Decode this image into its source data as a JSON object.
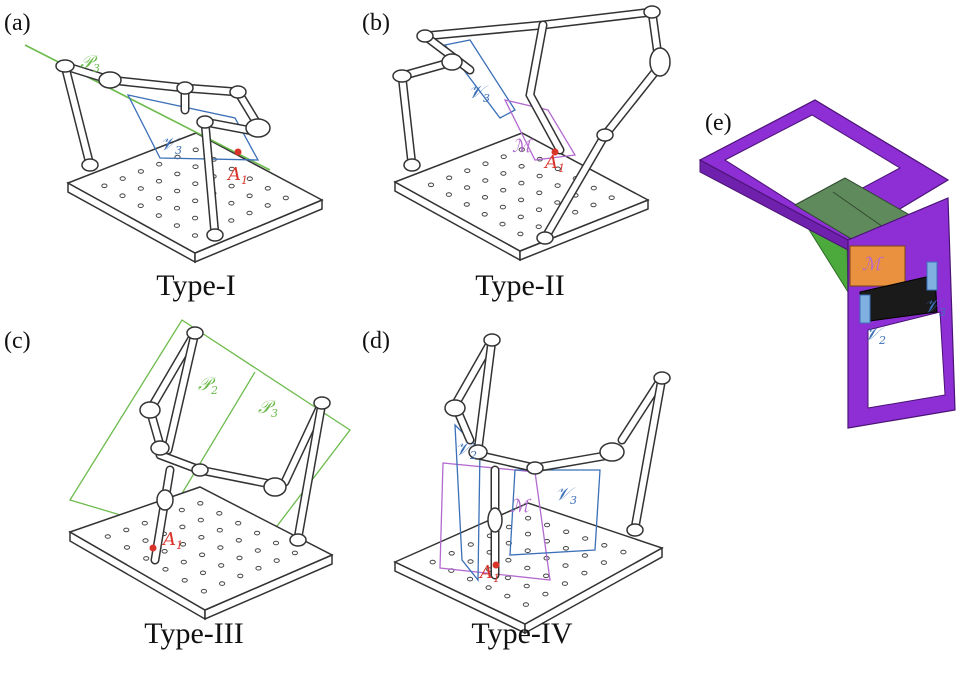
{
  "panels": [
    {
      "letter": "(a)",
      "type_label": "Type-I",
      "symbols": [
        {
          "text": "𝒫",
          "sub": "3",
          "color": "#6dbb4c"
        },
        {
          "text": "𝒱",
          "sub": "3",
          "color": "#3b6fb8"
        },
        {
          "text": "A",
          "sub": "1",
          "color": "#d9342b"
        }
      ]
    },
    {
      "letter": "(b)",
      "type_label": "Type-II",
      "symbols": [
        {
          "text": "𝒱",
          "sub": "3",
          "color": "#3b6fb8"
        },
        {
          "text": "ℳ",
          "sub": "",
          "color": "#b36ad0"
        },
        {
          "text": "A",
          "sub": "1",
          "color": "#d9342b"
        }
      ]
    },
    {
      "letter": "(c)",
      "type_label": "Type-III",
      "symbols": [
        {
          "text": "𝒫",
          "sub": "2",
          "color": "#6dbb4c"
        },
        {
          "text": "𝒫",
          "sub": "3",
          "color": "#6dbb4c"
        },
        {
          "text": "A",
          "sub": "1",
          "color": "#d9342b"
        }
      ]
    },
    {
      "letter": "(d)",
      "type_label": "Type-IV",
      "symbols": [
        {
          "text": "𝒱",
          "sub": "2",
          "color": "#3b6fb8"
        },
        {
          "text": "ℳ",
          "sub": "",
          "color": "#b36ad0"
        },
        {
          "text": "𝒱",
          "sub": "3",
          "color": "#3b6fb8"
        },
        {
          "text": "A",
          "sub": "1",
          "color": "#d9342b"
        }
      ]
    },
    {
      "letter": "(e)",
      "type_label": "",
      "symbols": [
        {
          "text": "ℳ",
          "sub": "",
          "color": "#b36ad0"
        },
        {
          "text": "𝒱",
          "sub": "2",
          "color": "#3b6fb8"
        },
        {
          "text": "𝒱",
          "sub": "3",
          "color": "#3b6fb8"
        }
      ]
    }
  ],
  "colors": {
    "frame_purple": "#8e2fd6",
    "plate_green": "#5f8a5c",
    "wedge_green": "#4caa3c",
    "motion_orange": "#e9913e",
    "plane_green": "#6dbb4c",
    "plane_blue": "#3b6fb8",
    "plane_violet": "#b36ad0",
    "point_red": "#d9342b"
  }
}
